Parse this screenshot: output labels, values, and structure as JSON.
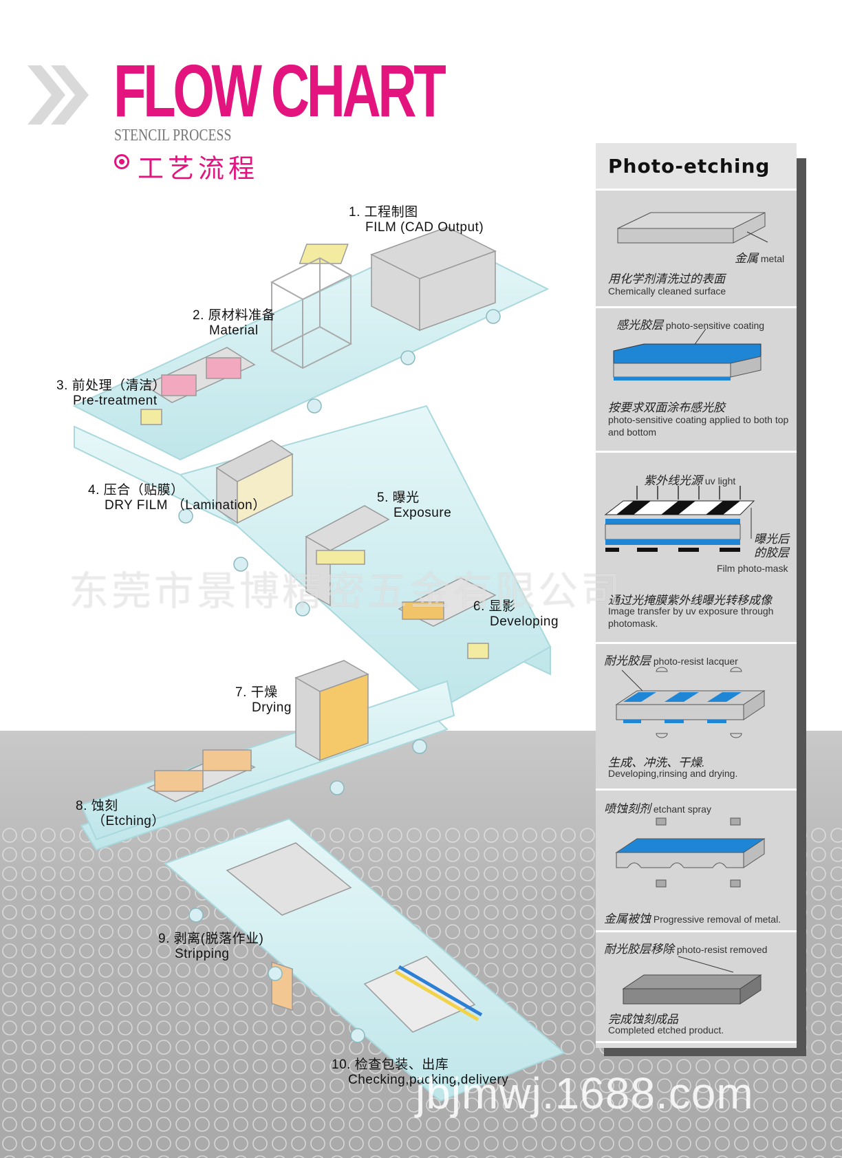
{
  "header": {
    "title": "FLOW CHART",
    "subtitle": "STENCIL PROCESS",
    "cn_title": "工艺流程"
  },
  "steps": [
    {
      "num_cn": "1. 工程制图",
      "en": "FILM (CAD Output)"
    },
    {
      "num_cn": "2. 原材料准备",
      "en": "Material"
    },
    {
      "num_cn": "3. 前处理（清洁）",
      "en": "Pre-treatment"
    },
    {
      "num_cn": "4. 压合（贴膜）",
      "en": "DRY FILM （Lamination）"
    },
    {
      "num_cn": "5. 曝光",
      "en": "Exposure"
    },
    {
      "num_cn": "6. 显影",
      "en": "Developing"
    },
    {
      "num_cn": "7. 干燥",
      "en": "Drying"
    },
    {
      "num_cn": "8. 蚀刻",
      "en": "（Etching）"
    },
    {
      "num_cn": "9. 剥离(脱落作业)",
      "en": "Stripping"
    },
    {
      "num_cn": "10. 检查包装、出库",
      "en": "Checking,packing,delivery"
    }
  ],
  "watermark": "东莞市景博精密五金有限公司",
  "site": "jbjmwj.1688.com",
  "panel": {
    "title": "Photo-etching",
    "stages": [
      {
        "label_cn": "金属",
        "label_en": "metal",
        "cap_cn": "用化学剂清洗过的表面",
        "cap_en": "Chemically cleaned surface"
      },
      {
        "label_cn": "感光胶层",
        "label_en": "photo-sensitive coating",
        "cap_cn": "按要求双面涂布感光胶",
        "cap_en": "photo-sensitive coating applied to both top and bottom"
      },
      {
        "label_cn": "紫外线光源",
        "label_en": "uv light",
        "side_cn_1": "曝光后",
        "side_cn_2": "的胶层",
        "mask": "Film photo-mask",
        "cap_cn": "通过光掩膜紫外线曝光转移成像",
        "cap_en": "Image transfer by uv exposure through photomask."
      },
      {
        "label_cn": "耐光胶层",
        "label_en": "photo-resist lacquer",
        "cap_cn": "生成、冲洗、干燥.",
        "cap_en": "Developing,rinsing and drying."
      },
      {
        "label_cn": "喷蚀刻剂",
        "label_en": "etchant spray",
        "cap_cn": "金属被蚀",
        "cap_en": "Progressive removal of metal."
      },
      {
        "label_cn": "耐光胶层移除",
        "label_en": "photo-resist removed",
        "cap_cn": "完成蚀刻成品",
        "cap_en": "Completed etched product."
      }
    ]
  },
  "colors": {
    "brand": "#e4147f",
    "coating": "#1f86d6",
    "conveyor": "#cdeff2"
  }
}
